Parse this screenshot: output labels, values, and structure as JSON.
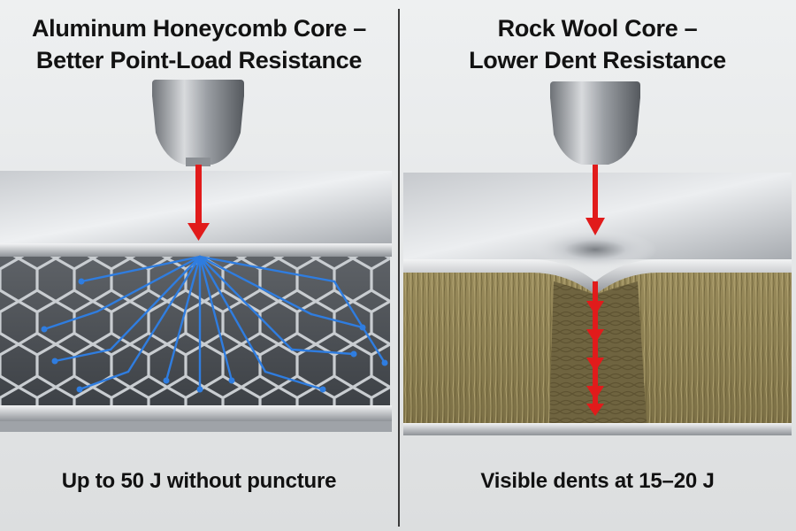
{
  "left": {
    "title_line1": "Aluminum Honeycomb Core –",
    "title_line2": "Better Point-Load Resistance",
    "caption": "Up to 50 J without puncture"
  },
  "right": {
    "title_line1": "Rock Wool Core –",
    "title_line2": "Lower Dent Resistance",
    "caption": "Visible dents at 15–20 J"
  },
  "colors": {
    "impact_arrow": "#e11b1b",
    "load_path": "#2f7de0",
    "steel_skin": "#b9bdc1",
    "rock_wool": "#8a7d4f"
  }
}
